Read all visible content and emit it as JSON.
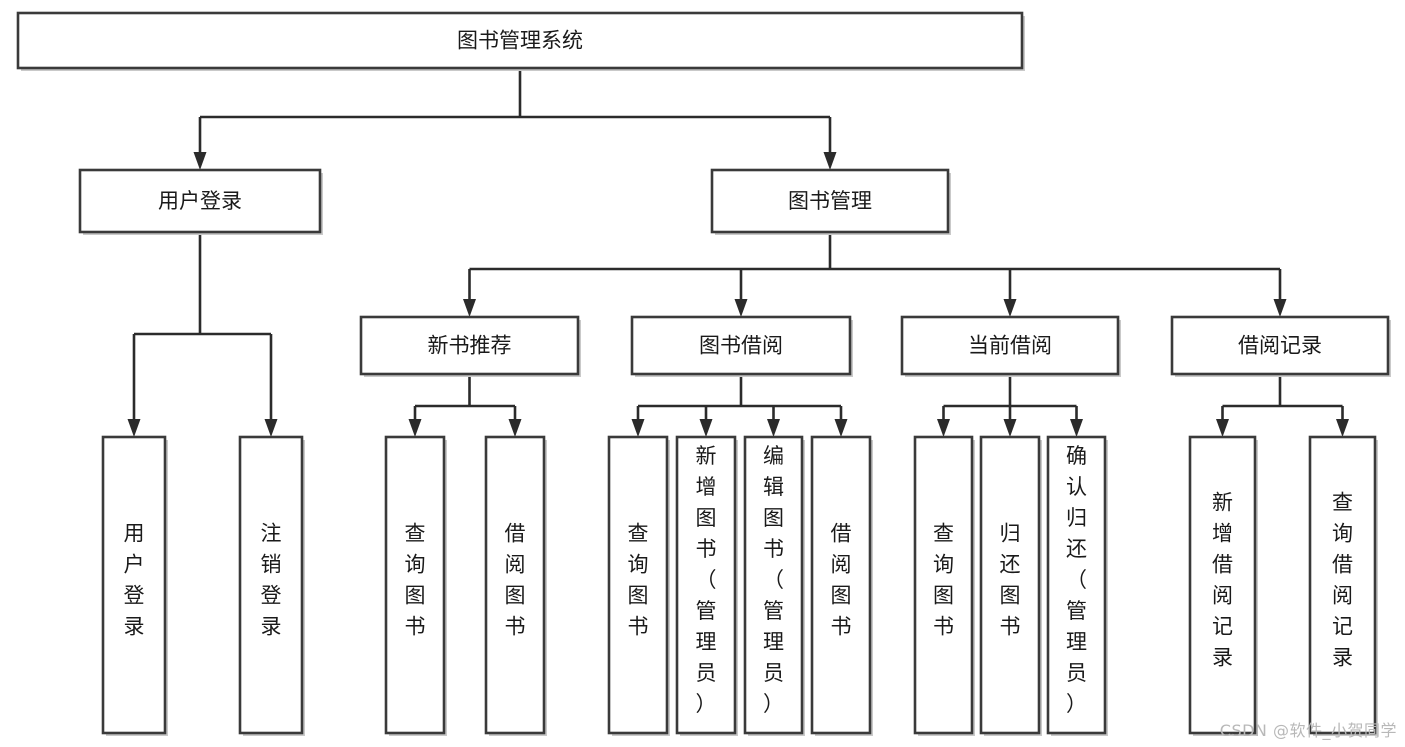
{
  "diagram": {
    "title": "图书管理系统",
    "type": "tree-hierarchy-chart",
    "orientation": "top-down",
    "colors": {
      "box_fill": "#ffffff",
      "box_stroke": "#3a3a3a",
      "connector": "#2b2b2b",
      "shadow": "#c9c9c9",
      "text": "#1a1a1a",
      "background": "#ffffff",
      "watermark": "#b8b8b8"
    },
    "nodes": {
      "root": {
        "label": "图书管理系统",
        "level": 0,
        "text_orientation": "horizontal"
      },
      "level1": [
        {
          "id": "user-login",
          "label": "用户登录",
          "text_orientation": "horizontal"
        },
        {
          "id": "book-manage",
          "label": "图书管理",
          "text_orientation": "horizontal"
        }
      ],
      "level2": [
        {
          "id": "new-book-recommend",
          "label": "新书推荐",
          "parent": "book-manage",
          "text_orientation": "horizontal"
        },
        {
          "id": "book-borrow",
          "label": "图书借阅",
          "parent": "book-manage",
          "text_orientation": "horizontal"
        },
        {
          "id": "current-borrow",
          "label": "当前借阅",
          "parent": "book-manage",
          "text_orientation": "horizontal"
        },
        {
          "id": "borrow-record",
          "label": "借阅记录",
          "parent": "book-manage",
          "text_orientation": "horizontal"
        }
      ],
      "leaves": [
        {
          "id": "leaf-user-login",
          "label": "用户登录",
          "parent": "user-login",
          "text_orientation": "vertical"
        },
        {
          "id": "leaf-logout-login",
          "label": "注销登录",
          "parent": "user-login",
          "text_orientation": "vertical"
        },
        {
          "id": "leaf-query-book-a",
          "label": "查询图书",
          "parent": "new-book-recommend",
          "text_orientation": "vertical"
        },
        {
          "id": "leaf-borrow-book-a",
          "label": "借阅图书",
          "parent": "new-book-recommend",
          "text_orientation": "vertical"
        },
        {
          "id": "leaf-query-book-b",
          "label": "查询图书",
          "parent": "book-borrow",
          "text_orientation": "vertical"
        },
        {
          "id": "leaf-add-book-admin",
          "label": "新增图书（管理员）",
          "parent": "book-borrow",
          "text_orientation": "vertical"
        },
        {
          "id": "leaf-edit-book-admin",
          "label": "编辑图书（管理员）",
          "parent": "book-borrow",
          "text_orientation": "vertical"
        },
        {
          "id": "leaf-borrow-book-b",
          "label": "借阅图书",
          "parent": "book-borrow",
          "text_orientation": "vertical"
        },
        {
          "id": "leaf-query-book-c",
          "label": "查询图书",
          "parent": "current-borrow",
          "text_orientation": "vertical"
        },
        {
          "id": "leaf-return-book",
          "label": "归还图书",
          "parent": "current-borrow",
          "text_orientation": "vertical"
        },
        {
          "id": "leaf-confirm-return-admin",
          "label": "确认归还（管理员）",
          "parent": "current-borrow",
          "text_orientation": "vertical"
        },
        {
          "id": "leaf-add-borrow-record",
          "label": "新增借阅记录",
          "parent": "borrow-record",
          "text_orientation": "vertical"
        },
        {
          "id": "leaf-query-borrow-record",
          "label": "查询借阅记录",
          "parent": "borrow-record",
          "text_orientation": "vertical"
        }
      ]
    }
  },
  "watermark": {
    "text": "CSDN @软件_小贺同学"
  }
}
